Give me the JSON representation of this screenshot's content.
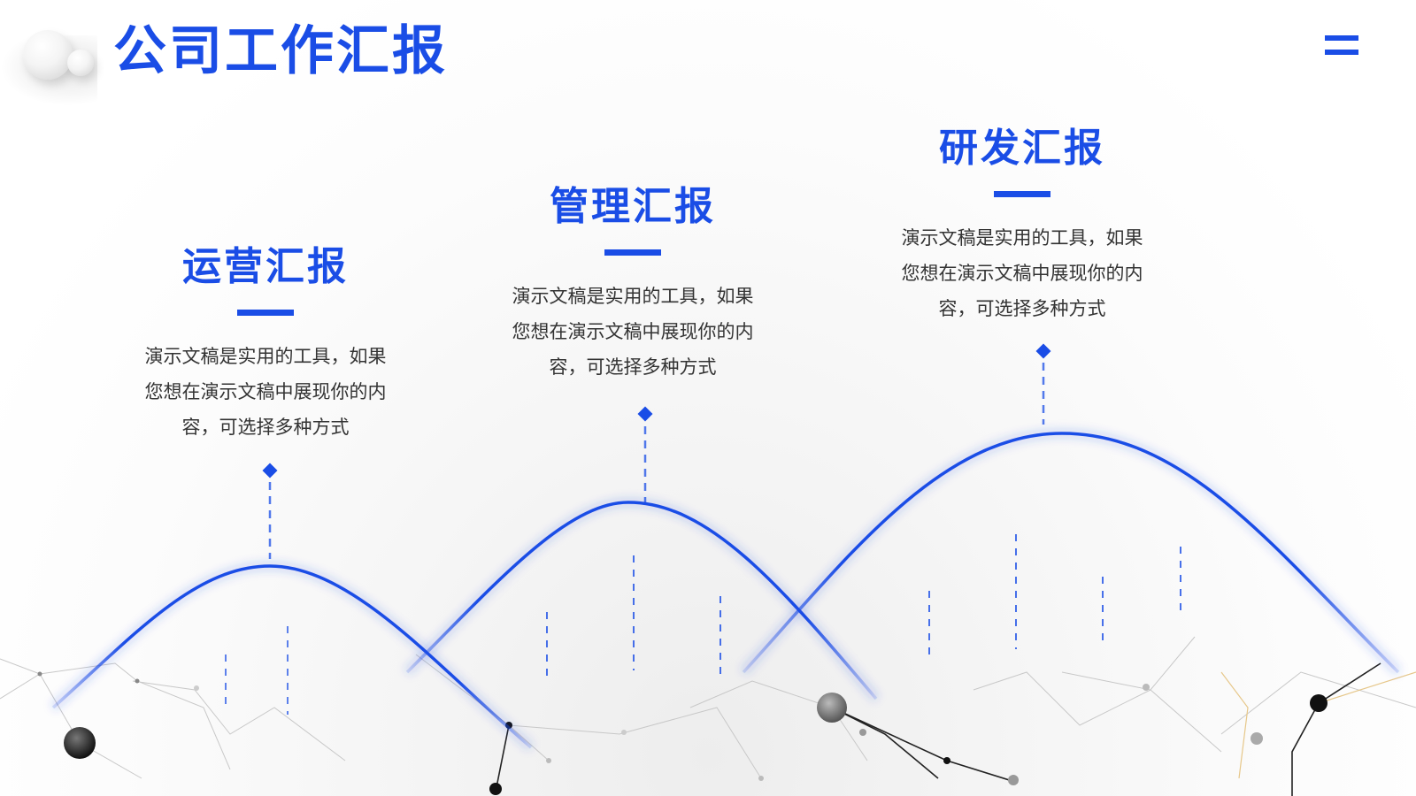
{
  "header": {
    "title": "公司工作汇报",
    "menu_icon": "menu-icon",
    "logo_icon": "bubbles-logo-icon"
  },
  "colors": {
    "accent": "#1a4de6",
    "text": "#333333",
    "background": "#ffffff"
  },
  "sections": [
    {
      "title": "运营汇报",
      "description": "演示文稿是实用的工具，如果您想在演示文稿中展现你的内容，可选择多种方式"
    },
    {
      "title": "管理汇报",
      "description": "演示文稿是实用的工具，如果您想在演示文稿中展现你的内容，可选择多种方式"
    },
    {
      "title": "研发汇报",
      "description": "演示文稿是实用的工具，如果您想在演示文稿中展现你的内容，可选择多种方式"
    }
  ]
}
